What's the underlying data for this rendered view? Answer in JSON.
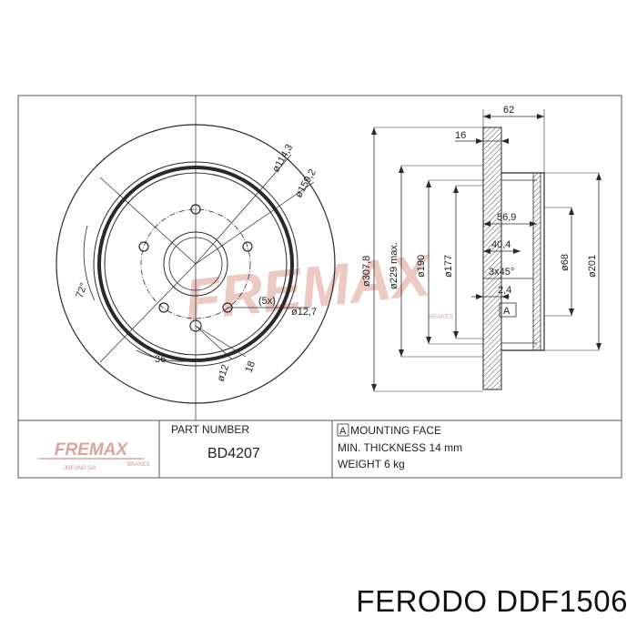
{
  "front_view": {
    "dims": {
      "d_pcd": "ø114,3",
      "d_hub": "ø159,2",
      "angle_72": "72°",
      "bolt_count": "(5x)",
      "d_bolt_hole": "ø12,7",
      "angle_36": "36°",
      "d_12": "ø12",
      "d_18": "18"
    }
  },
  "side_view": {
    "dims": {
      "total_height": "62",
      "h16": "16",
      "d_outer": "ø307,8",
      "d_229": "ø229 max.",
      "d_190": "ø190",
      "d_177": "ø177",
      "h56": "56,9",
      "h40": "40,4",
      "chamfer": "3x45°",
      "h24": "2,4",
      "d_68": "ø68",
      "d_201": "ø201",
      "mounting_marker": "A"
    }
  },
  "watermark": {
    "brand": "FREMAX",
    "sub": "BRAKES"
  },
  "title_block": {
    "logo": "FREMAX",
    "logo_sub": "BRAKES",
    "logo_company": "JOFUND S/A",
    "part_number_label": "PART NUMBER",
    "part_number": "BD4207",
    "mounting_marker": "A",
    "mounting_face": "MOUNTING FACE",
    "min_thickness": "MIN. THICKNESS 14 mm",
    "weight": "WEIGHT 6 kg"
  },
  "footer": {
    "text": "FERODO DDF1506"
  },
  "colors": {
    "watermark": "#e8b9b2",
    "line": "#2a2a2a",
    "hatch": "#444444"
  }
}
